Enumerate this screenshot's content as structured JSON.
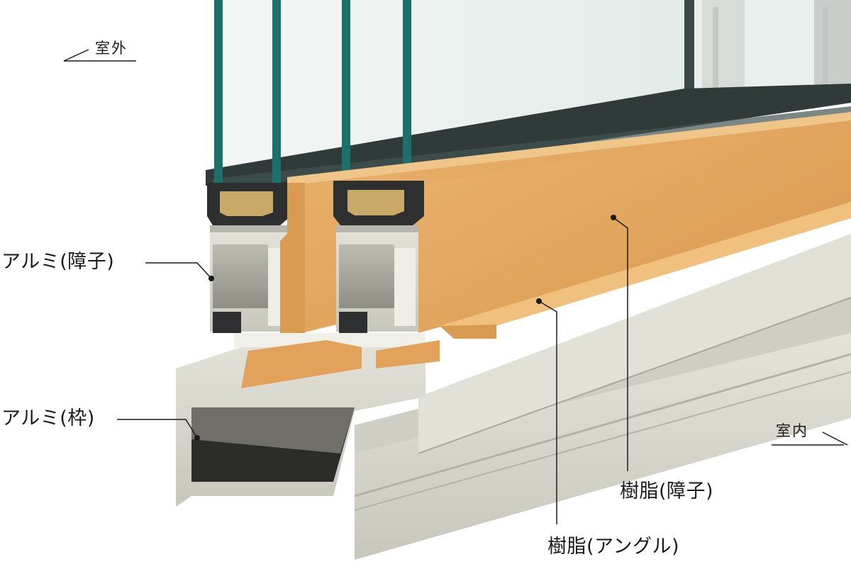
{
  "labels": {
    "outdoor": "室外",
    "indoor": "室内",
    "alu_sash": "アルミ(障子)",
    "alu_frame": "アルミ(枠)",
    "resin_sash": "樹脂(障子)",
    "resin_angle": "樹脂(アングル)"
  },
  "colors": {
    "glass": "#e7efec",
    "glass_edge": "#1d6f6c",
    "aluminum": "#d9d8cd",
    "resin_wood": "#e4a862",
    "gasket": "#2d2f31",
    "desiccant": "#c9a968"
  },
  "icons": {
    "outdoor_arrow": "diagonal-arrow-line",
    "indoor_arrow": "diagonal-arrow-line",
    "leader_dot": "filled-dot"
  }
}
